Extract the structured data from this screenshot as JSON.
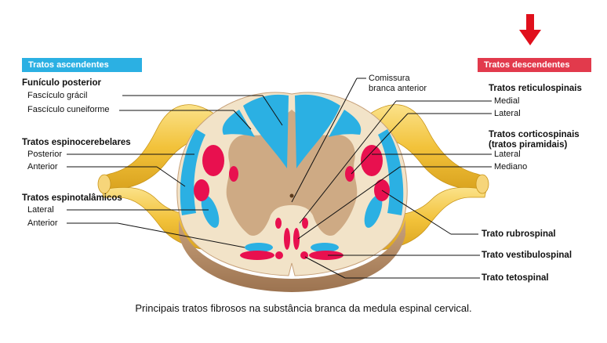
{
  "headers": {
    "ascending": "Tratos ascendentes",
    "descending": "Tratos descendentes"
  },
  "left_labels": {
    "funiculo_posterior": "Funículo posterior",
    "fasciculo_gracil": "Fascículo grácil",
    "fasciculo_cuneiforme": "Fascículo cuneiforme",
    "espinocerebelares": "Tratos espinocerebelares",
    "espinocerebelar_posterior": "Posterior",
    "espinocerebelar_anterior": "Anterior",
    "espinotalamicos": "Tratos espinotalâmicos",
    "espinotalamico_lateral": "Lateral",
    "espinotalamico_anterior": "Anterior"
  },
  "top_labels": {
    "comissura_line1": "Comissura",
    "comissura_line2": "branca anterior"
  },
  "right_labels": {
    "reticulospinais": "Tratos reticulospinais",
    "reticulospinal_medial": "Medial",
    "reticulospinal_lateral": "Lateral",
    "corticospinais_line1": "Tratos corticospinais",
    "corticospinais_line2": "(tratos piramidais)",
    "corticospinal_lateral": "Lateral",
    "corticospinal_mediano": "Mediano",
    "rubrospinal": "Trato rubrospinal",
    "vestibulospinal": "Trato vestibulospinal",
    "tetospinal": "Trato tetospinal"
  },
  "caption": "Principais tratos fibrosos na substância branca da medula espinal cervical.",
  "colors": {
    "ascending": "#2bb0e3",
    "descending": "#e8104f",
    "white_matter": "#f2e3c8",
    "gray_matter": "#c8a078",
    "nerve_root": "#f2c23a",
    "arrow": "#e0101c"
  }
}
